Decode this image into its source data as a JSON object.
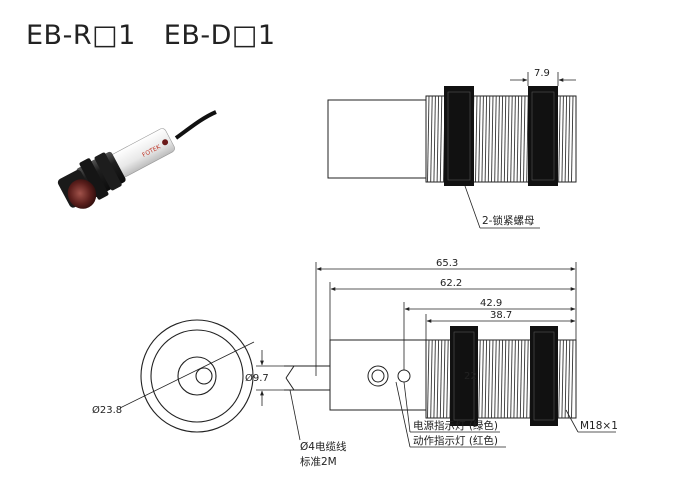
{
  "title": {
    "model_r": "EB-R□1",
    "model_d": "EB-D□1"
  },
  "brand_text": "FOTEK",
  "top_view": {
    "nut_width": "7.9",
    "nut_label": "2-锁紧螺母"
  },
  "front_view": {
    "outer_diameter": "Ø23.8"
  },
  "side_view": {
    "overall_length": "65.3",
    "body_length": "62.2",
    "thread_from_led": "42.9",
    "thread_length": "38.7",
    "cable_diameter": "Ø9.7",
    "inner_dim": "22",
    "cable_label_1": "Ø4电缆线",
    "cable_label_2": "标准2M",
    "led_power": "电源指示灯 (绿色)",
    "led_action": "动作指示灯 (红色)",
    "thread_spec": "M18×1"
  }
}
